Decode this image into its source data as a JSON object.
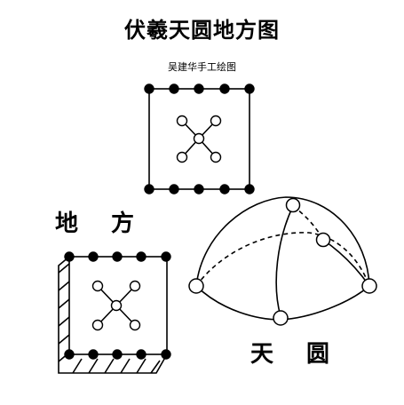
{
  "title": "伏羲天圆地方图",
  "author": "吴建华手工绘图",
  "labels": {
    "earth_square": "地 方",
    "heaven_round": "天 圆"
  }
}
